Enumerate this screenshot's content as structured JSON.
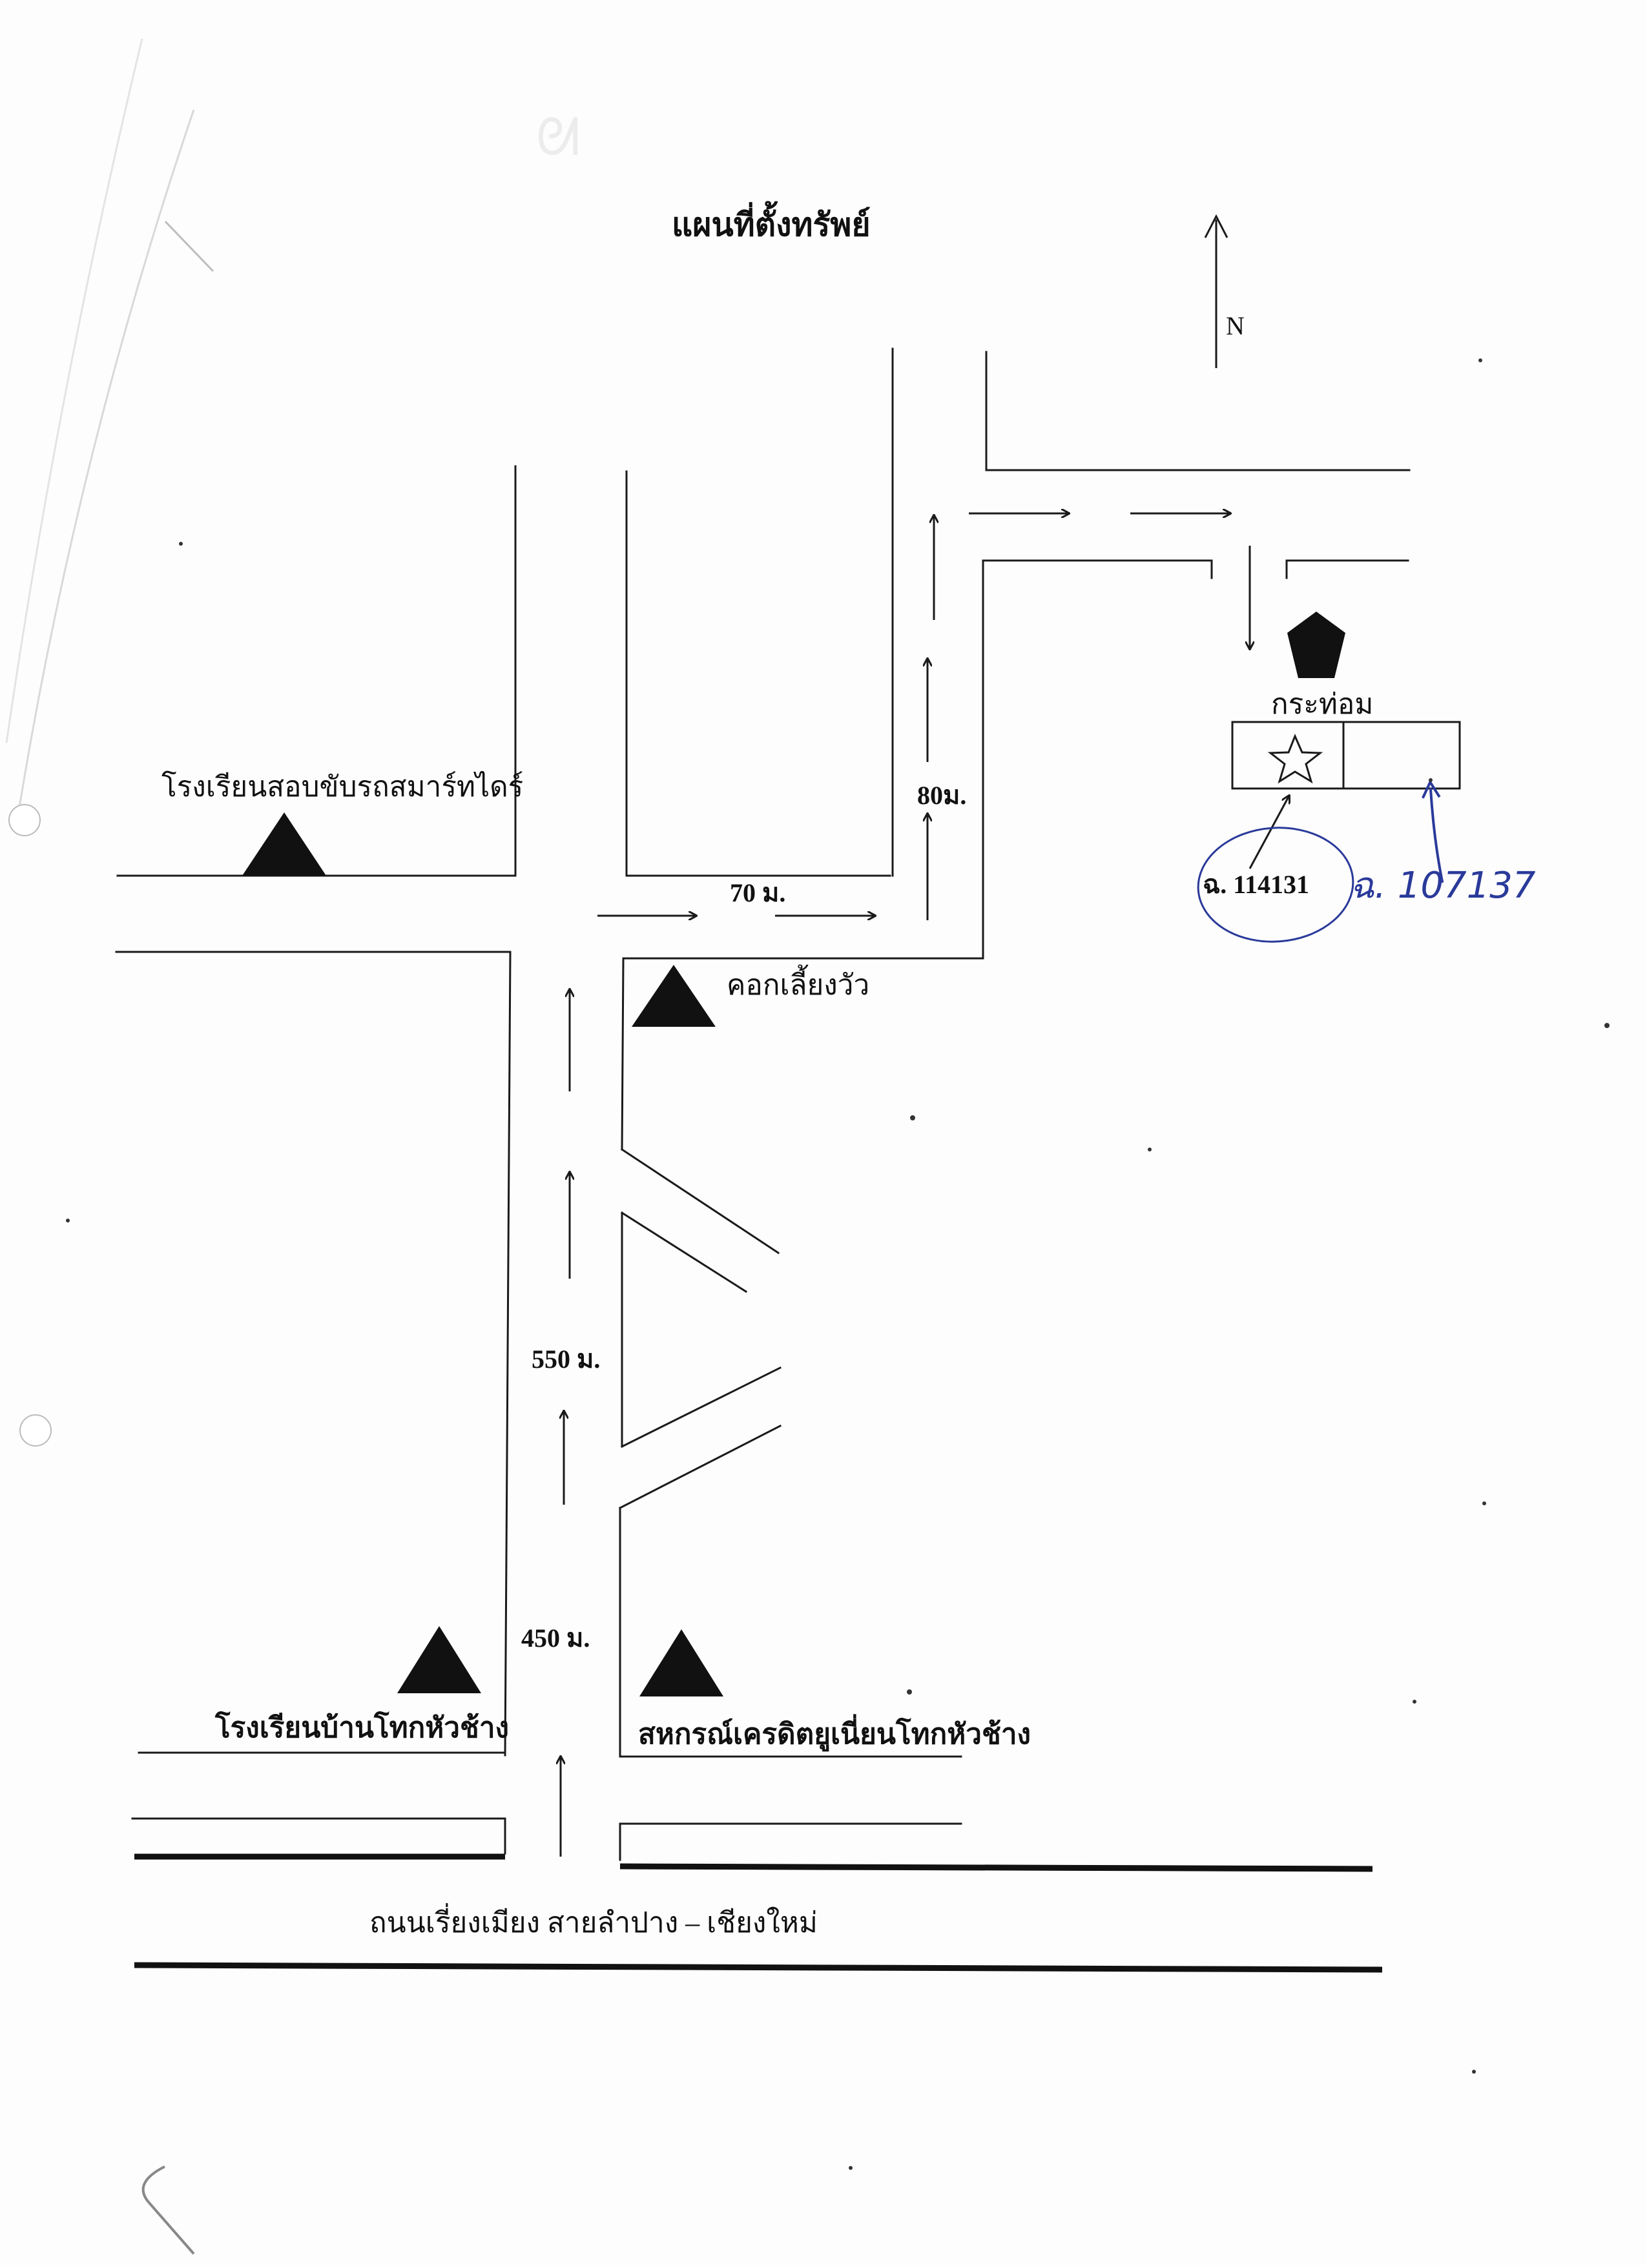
{
  "title": "แผนที่ตั้งทรัพย์",
  "north_label": "N",
  "landmarks": {
    "driving_school": "โรงเรียนสอบขับรถสมาร์ทไดร์",
    "cattle_pen": "คอกเลี้ยงวัว",
    "school_ban_thok": "โรงเรียนบ้านโทกหัวช้าง",
    "credit_union": "สหกรณ์เครดิตยูเนี่ยนโทกหัวช้าง",
    "kratom": "กระท่อม"
  },
  "distances": {
    "d450": "450 ม.",
    "d550": "550 ม.",
    "d70": "70 ม.",
    "d80": "80ม."
  },
  "parcels": {
    "printed": "ฉ. 114131",
    "handwritten": "ฉ. 107137"
  },
  "main_road": "ถนนเรี่ยงเมียง สายลำปาง – เชียงใหม่"
}
